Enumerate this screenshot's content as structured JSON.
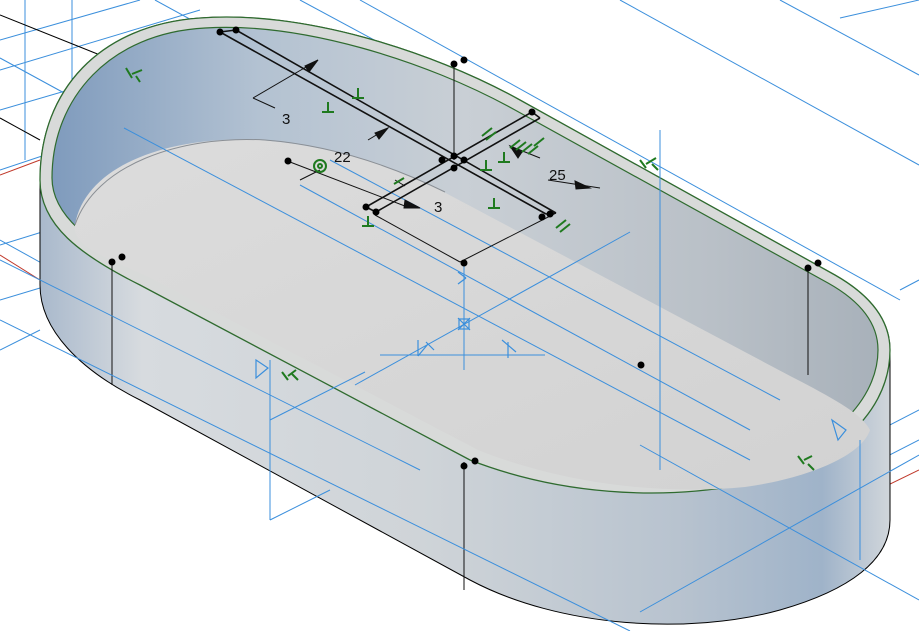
{
  "viewport": {
    "colors": {
      "background": "#ffffff",
      "construction": "#3b8fdc",
      "axis_red": "#c0392b",
      "outline": "#000000",
      "constraint": "#1f7a1f",
      "rim_edge": "#2f6b2f",
      "point": "#000000"
    }
  },
  "model": {
    "shape": "rounded-slot shell"
  },
  "sketch": {
    "dimensions": [
      {
        "id": "dim-3-left",
        "text": "3"
      },
      {
        "id": "dim-22",
        "text": "22"
      },
      {
        "id": "dim-3-bottom",
        "text": "3"
      },
      {
        "id": "dim-25",
        "text": "25"
      }
    ],
    "constraint_icons": [
      "perpendicular-icon",
      "parallel-icon",
      "tangent-icon",
      "horizontal-icon",
      "vertical-icon",
      "coincident-icon"
    ]
  }
}
